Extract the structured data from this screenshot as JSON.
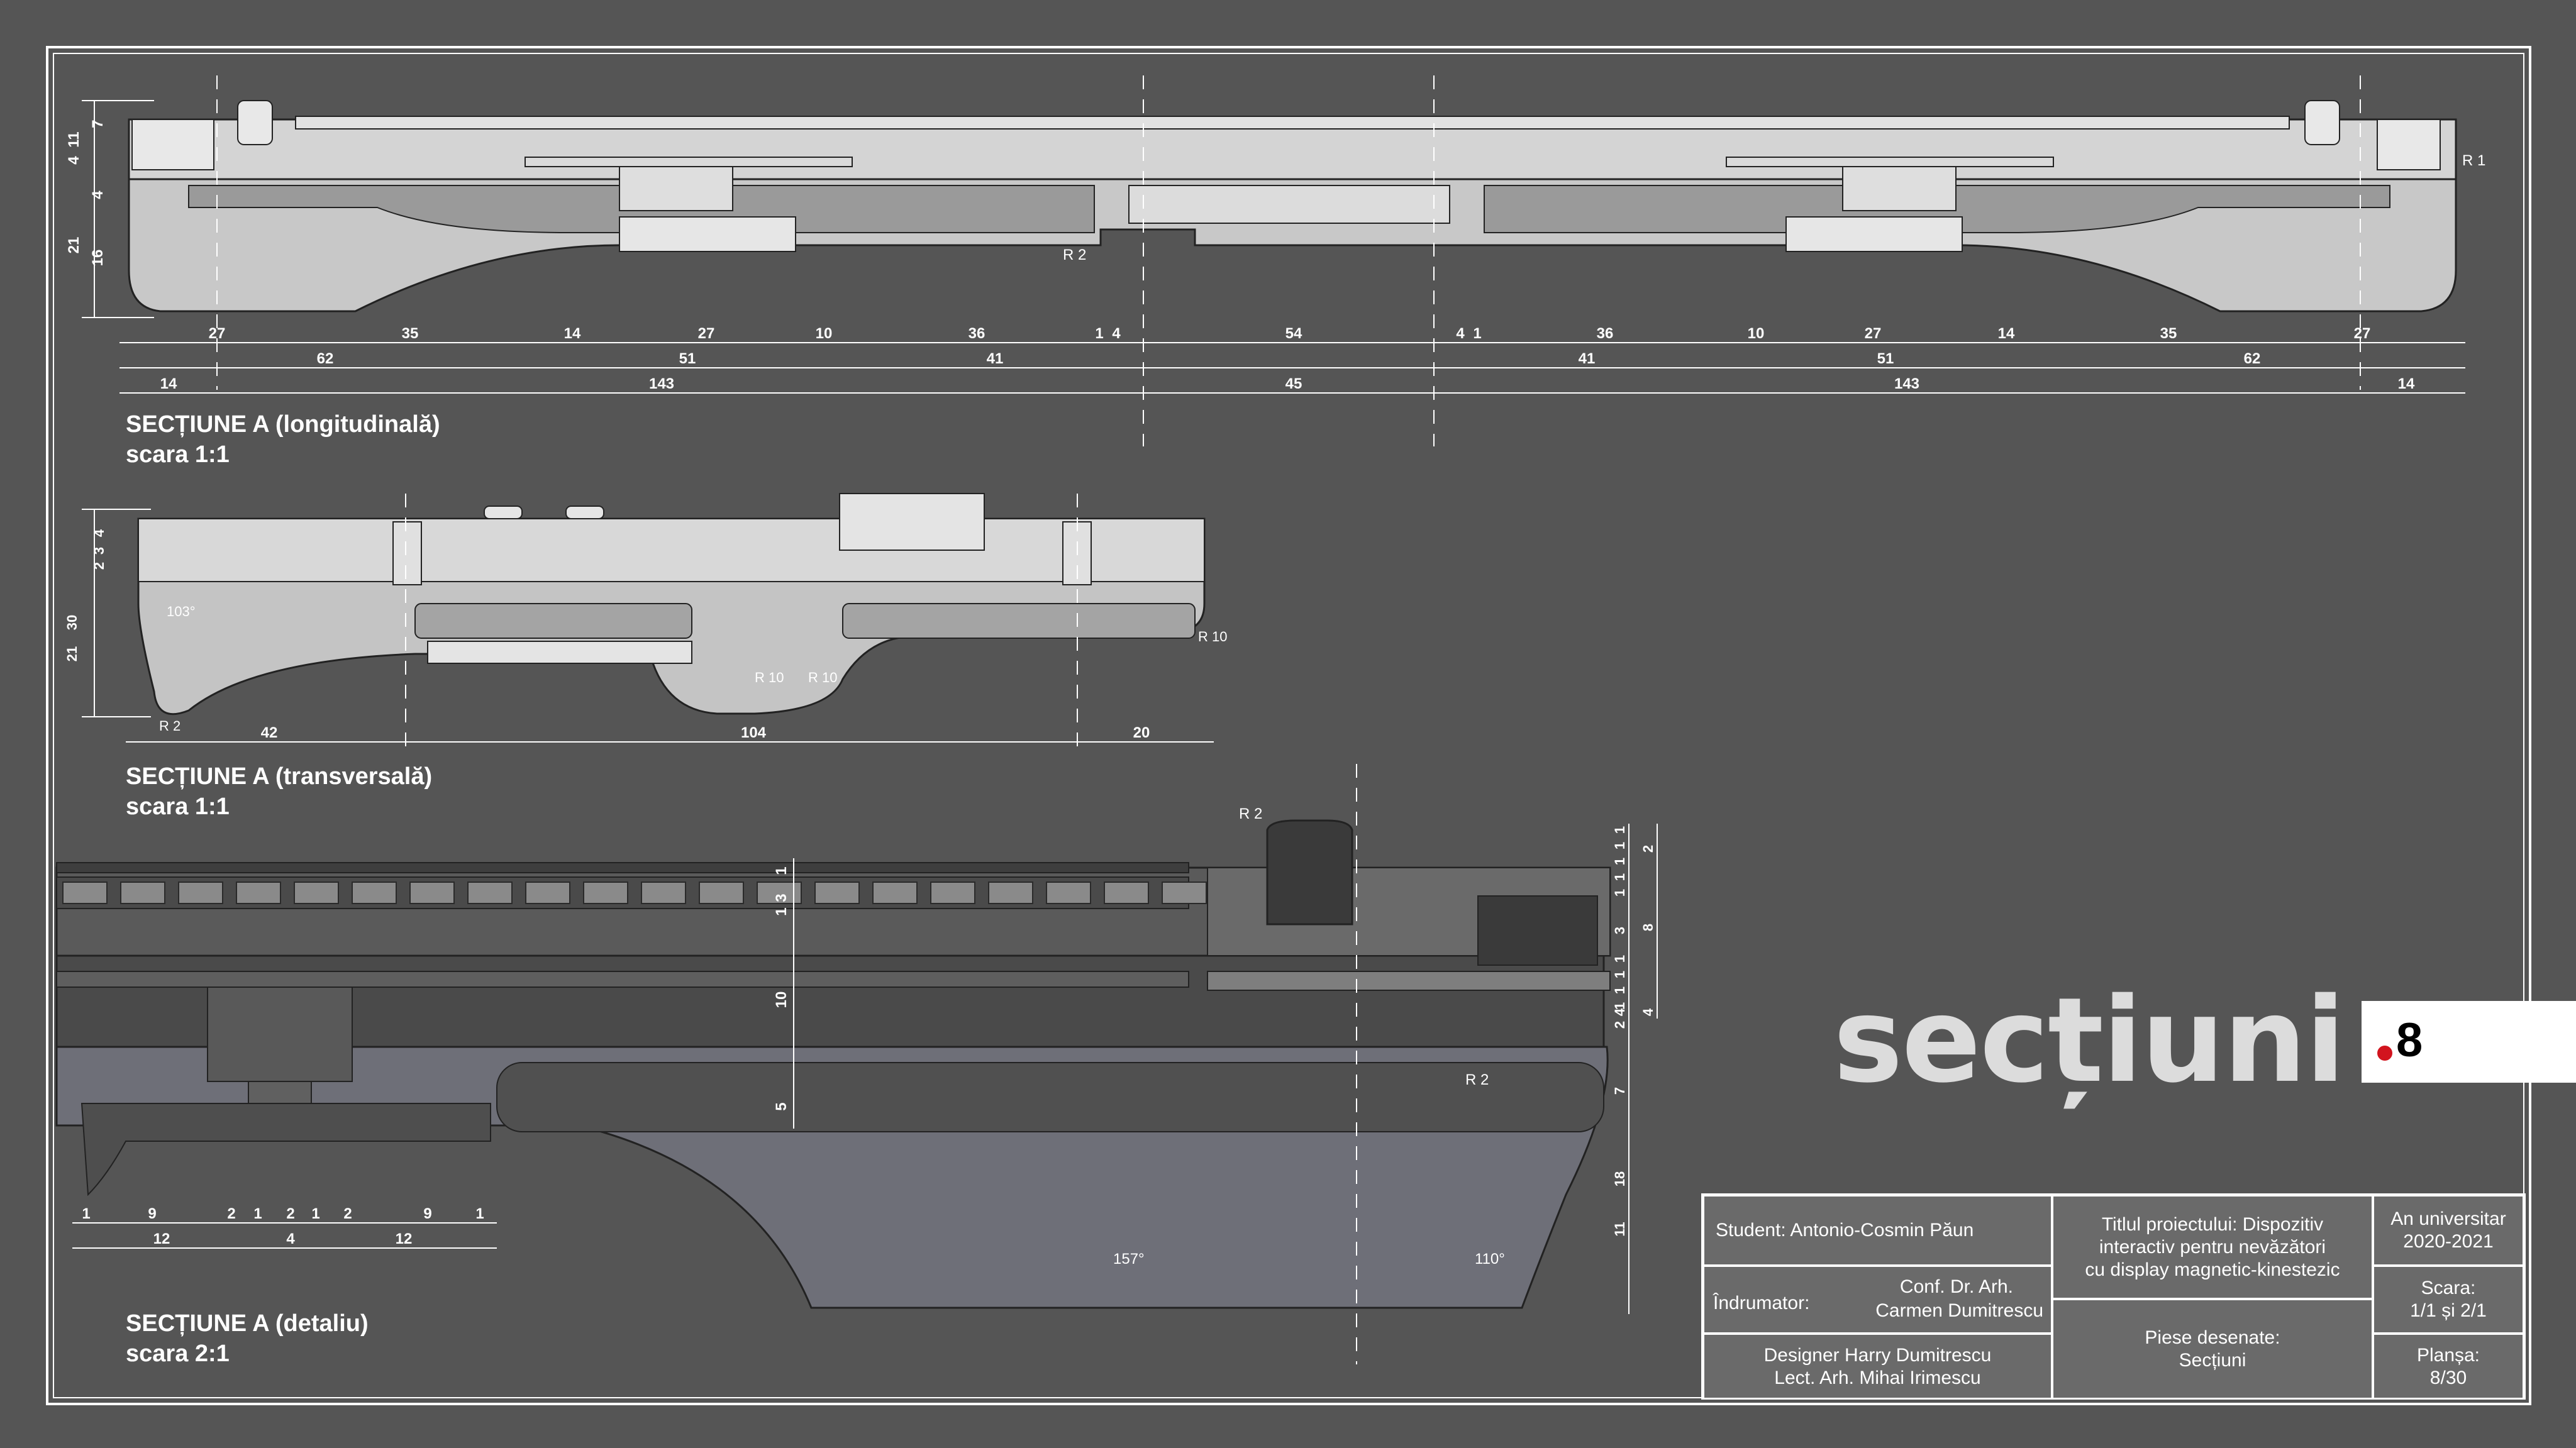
{
  "drawing": {
    "title_word": "secțiuni",
    "sheet_badge": "8",
    "accent_color": "#d2141e"
  },
  "sections": [
    {
      "title": "SECȚIUNE A (longitudinală)",
      "scale": "scara 1:1"
    },
    {
      "title": "SECȚIUNE A (transversală)",
      "scale": "scara 1:1"
    },
    {
      "title": "SECȚIUNE A (detaliu)",
      "scale": "scara 2:1"
    }
  ],
  "dims_long": {
    "row1": [
      "27",
      "35",
      "14",
      "27",
      "10",
      "36",
      "1",
      "4",
      "54",
      "4",
      "1",
      "36",
      "10",
      "27",
      "14",
      "35",
      "27"
    ],
    "row2": [
      "62",
      "51",
      "41",
      "41",
      "51",
      "62"
    ],
    "row3": [
      "14",
      "143",
      "45",
      "143",
      "14"
    ],
    "vertical": [
      "11",
      "7",
      "4",
      "4",
      "21",
      "16"
    ],
    "notes": [
      "R 1",
      "R 2"
    ]
  },
  "dims_trans": {
    "row": [
      "42",
      "104",
      "20"
    ],
    "vertical": [
      "4",
      "3",
      "2",
      "30",
      "21"
    ],
    "notes": [
      "103°",
      "R 2",
      "R 10",
      "R 10",
      "R 10"
    ]
  },
  "dims_detail": {
    "row1": [
      "1",
      "9",
      "2",
      "1",
      "2",
      "1",
      "2",
      "9",
      "1"
    ],
    "row2": [
      "12",
      "4",
      "12"
    ],
    "center_vertical": [
      "1",
      "3",
      "1",
      "10",
      "5"
    ],
    "right_inner": [
      "1",
      "1",
      "1",
      "1",
      "1",
      "3",
      "1",
      "1",
      "1",
      "1",
      "4",
      "2",
      "7",
      "18",
      "11"
    ],
    "right_outer": [
      "2",
      "8",
      "4"
    ],
    "notes": [
      "R 2",
      "R 2",
      "157°",
      "110°"
    ]
  },
  "title_block": {
    "student": "Student: Antonio-Cosmin Păun",
    "coordinator_label": "Îndrumator:",
    "coordinator_line1": "Conf. Dr. Arh.",
    "coordinator_line2": "Carmen Dumitrescu",
    "designers_line1": "Designer Harry Dumitrescu",
    "designers_line2": "Lect. Arh. Mihai Irimescu",
    "project_line1": "Titlul proiectului: Dispozitiv",
    "project_line2": "interactiv pentru nevăzători",
    "project_line3": "cu display magnetic-kinestezic",
    "pieces_line1": "Piese desenate:",
    "pieces_line2": "Secțiuni",
    "year_line1": "An universitar",
    "year_line2": "2020-2021",
    "scale_line1": "Scara:",
    "scale_line2": "1/1 și 2/1",
    "sheet_line1": "Planșa:",
    "sheet_line2": "8/30"
  }
}
